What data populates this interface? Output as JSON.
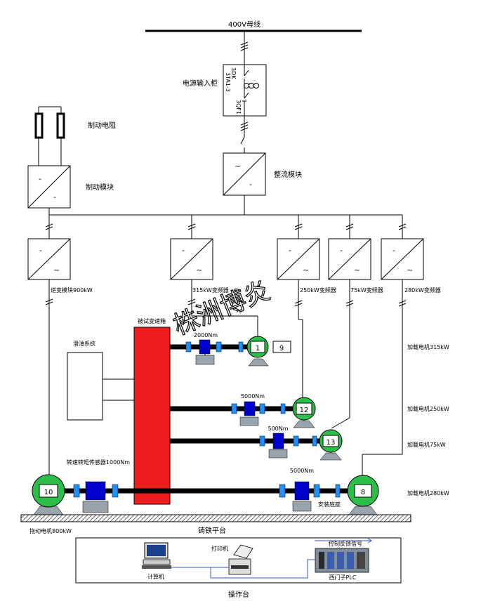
{
  "bus_label": "400V母线",
  "cabinet": {
    "label": "电源输入柜",
    "codes": [
      "3DK",
      "3TA1-3",
      "3QF1"
    ]
  },
  "rectifier": {
    "label": "整流模块"
  },
  "brake_resistor": {
    "label": "制动电阻"
  },
  "brake_module": {
    "label": "制动模块"
  },
  "inverters": [
    {
      "label": "逆变模块900kW"
    },
    {
      "label": "315kW变频器"
    },
    {
      "label": "250kW变频器"
    },
    {
      "label": "75kW变频器"
    },
    {
      "label": "280kW变频器"
    }
  ],
  "gearbox_label": "被试变速箱",
  "oil_system_label": "滑油系统",
  "torque_labels": {
    "t1": "2000Nm",
    "t12": "5000Nm",
    "t13": "500Nm",
    "t8": "5000Nm",
    "drive": "转速转矩传感器1000Nm"
  },
  "motor_numbers": {
    "m1": "1",
    "m1_tag": "9",
    "m12": "12",
    "m13": "13",
    "m8": "8",
    "m10": "10"
  },
  "load_labels": [
    "加载电机315kW",
    "加载电机250kW",
    "加载电机75kW",
    "加载电机280kW"
  ],
  "drive_motor_label": "拖动电机800kW",
  "mount_label": "安装底座",
  "platform_label": "铸铁平台",
  "console": {
    "computer": "计算机",
    "printer": "打印机",
    "plc": "西门子PLC",
    "feedback": "控制反馈信号",
    "label": "操作台"
  },
  "watermark": "株洲博炎"
}
